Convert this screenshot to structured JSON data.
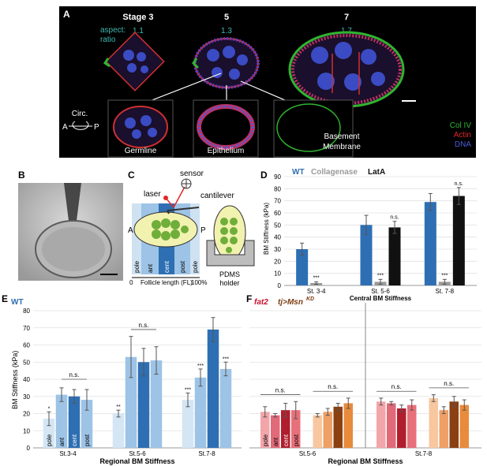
{
  "panelA": {
    "letter": "A",
    "stages": [
      "Stage 3",
      "5",
      "7"
    ],
    "aspect_label": "aspect:\nratio",
    "aspect_values": [
      "1.1",
      "1.3",
      "1.7"
    ],
    "circ": "Circ.",
    "axis_a": "A",
    "axis_p": "P",
    "insets": [
      "Germline",
      "Epithelium",
      "Basement\nMembrane"
    ],
    "legend": [
      {
        "label": "Col IV",
        "color": "#2fb52f"
      },
      {
        "label": "Actin",
        "color": "#e02828"
      },
      {
        "label": "DNA",
        "color": "#4a5cd8"
      }
    ]
  },
  "panelB": {
    "letter": "B"
  },
  "panelC": {
    "letter": "C",
    "sensor": "sensor",
    "laser": "laser",
    "cantilever": "cantilever",
    "a": "A",
    "p": "P",
    "regions": [
      "pole",
      "ant",
      "cent",
      "post",
      "pole"
    ],
    "fl_zero": "0",
    "fl_label": "Follicle length (FL)",
    "fl_100": "100%",
    "holder": "PDMS\nholder"
  },
  "chart_data": [
    {
      "panel": "D",
      "type": "bar",
      "legend": [
        {
          "name": "WT",
          "color": "#2e6fb3"
        },
        {
          "name": "Collagenase",
          "color": "#9a9a9a"
        },
        {
          "name": "LatA",
          "color": "#111111"
        }
      ],
      "categories": [
        "St. 3-4",
        "St. 5-6",
        "St. 7-8"
      ],
      "series": [
        {
          "name": "WT",
          "values": [
            30,
            50,
            69
          ],
          "err": [
            5,
            8,
            7
          ]
        },
        {
          "name": "Collagenase",
          "values": [
            2,
            3,
            3
          ],
          "err": [
            1,
            2,
            2
          ]
        },
        {
          "name": "LatA",
          "values": [
            null,
            48,
            74
          ],
          "err": [
            null,
            5,
            7
          ]
        }
      ],
      "annotations": [
        {
          "cat": 0,
          "series": 1,
          "text": "***"
        },
        {
          "cat": 1,
          "series": 1,
          "text": "***"
        },
        {
          "cat": 1,
          "series": 2,
          "text": "n.s."
        },
        {
          "cat": 2,
          "series": 1,
          "text": "***"
        },
        {
          "cat": 2,
          "series": 2,
          "text": "n.s."
        }
      ],
      "ylabel": "BM Stiffness (kPa)",
      "xlabel": "Central BM Stiffness",
      "ylim": [
        0,
        90
      ],
      "yticks": [
        0,
        10,
        20,
        30,
        40,
        50,
        60,
        70,
        80,
        90
      ],
      "grid": true
    },
    {
      "panel": "E",
      "type": "bar",
      "legend": [
        {
          "name": "WT",
          "color": "#2e6fb3"
        }
      ],
      "regions": [
        "pole",
        "ant",
        "cent",
        "post"
      ],
      "categories": [
        "St.3-4",
        "St.5-6",
        "St.7-8"
      ],
      "values": [
        [
          17,
          31,
          30,
          28
        ],
        [
          20,
          53,
          50,
          51
        ],
        [
          28,
          41,
          69,
          46
        ]
      ],
      "err": [
        [
          4,
          4,
          4,
          6
        ],
        [
          2,
          12,
          8,
          8
        ],
        [
          4,
          5,
          7,
          4
        ]
      ],
      "colors": [
        "#d4e6f4",
        "#9dc3e6",
        "#2e6fb3",
        "#9dc3e6"
      ],
      "stars": [
        [
          "*",
          "",
          "",
          ""
        ],
        [
          "**",
          "",
          "",
          ""
        ],
        [
          "***",
          "***",
          "",
          "***"
        ]
      ],
      "ns_label": "n.s.",
      "ylabel": "BM Stiffness (kPa)",
      "xlabel": "Regional BM Stiffness",
      "ylim": [
        0,
        80
      ],
      "yticks": [
        0,
        10,
        20,
        30,
        40,
        50,
        60,
        70,
        80
      ],
      "grid": true
    },
    {
      "panel": "F",
      "type": "bar",
      "legend": [
        {
          "name": "fat2",
          "color": "#c8102e"
        },
        {
          "name": "tj>Msn",
          "sup": "KD",
          "color": "#7a3b10"
        }
      ],
      "regions": [
        "pole",
        "ant",
        "cent",
        "post"
      ],
      "groups": [
        {
          "label": "St.5-6",
          "genotype": "fat2",
          "values": [
            21,
            19,
            22,
            22
          ],
          "err": [
            3,
            1,
            4,
            5
          ],
          "colors": [
            "#f2a6aa",
            "#e06a78",
            "#b01e2e",
            "#e8707a"
          ]
        },
        {
          "label": "St.5-6",
          "genotype": "tj>Msn",
          "values": [
            19,
            21,
            24,
            26
          ],
          "err": [
            1,
            2,
            2,
            3
          ],
          "colors": [
            "#f7c7a0",
            "#eea066",
            "#8a4012",
            "#e88b3c"
          ]
        },
        {
          "label": "St.7-8",
          "genotype": "fat2",
          "values": [
            27,
            26,
            23,
            25
          ],
          "err": [
            2,
            1,
            2,
            3
          ],
          "colors": [
            "#f2a6aa",
            "#e06a78",
            "#b01e2e",
            "#e8707a"
          ]
        },
        {
          "label": "St.7-8",
          "genotype": "tj>Msn",
          "values": [
            29,
            22,
            27,
            25
          ],
          "err": [
            2,
            2,
            3,
            3
          ],
          "colors": [
            "#f7c7a0",
            "#eea066",
            "#8a4012",
            "#e88b3c"
          ]
        }
      ],
      "ns_label": "n.s.",
      "xlabel": "Regional BM Stiffness",
      "ylim": [
        0,
        80
      ],
      "grid": true
    }
  ]
}
